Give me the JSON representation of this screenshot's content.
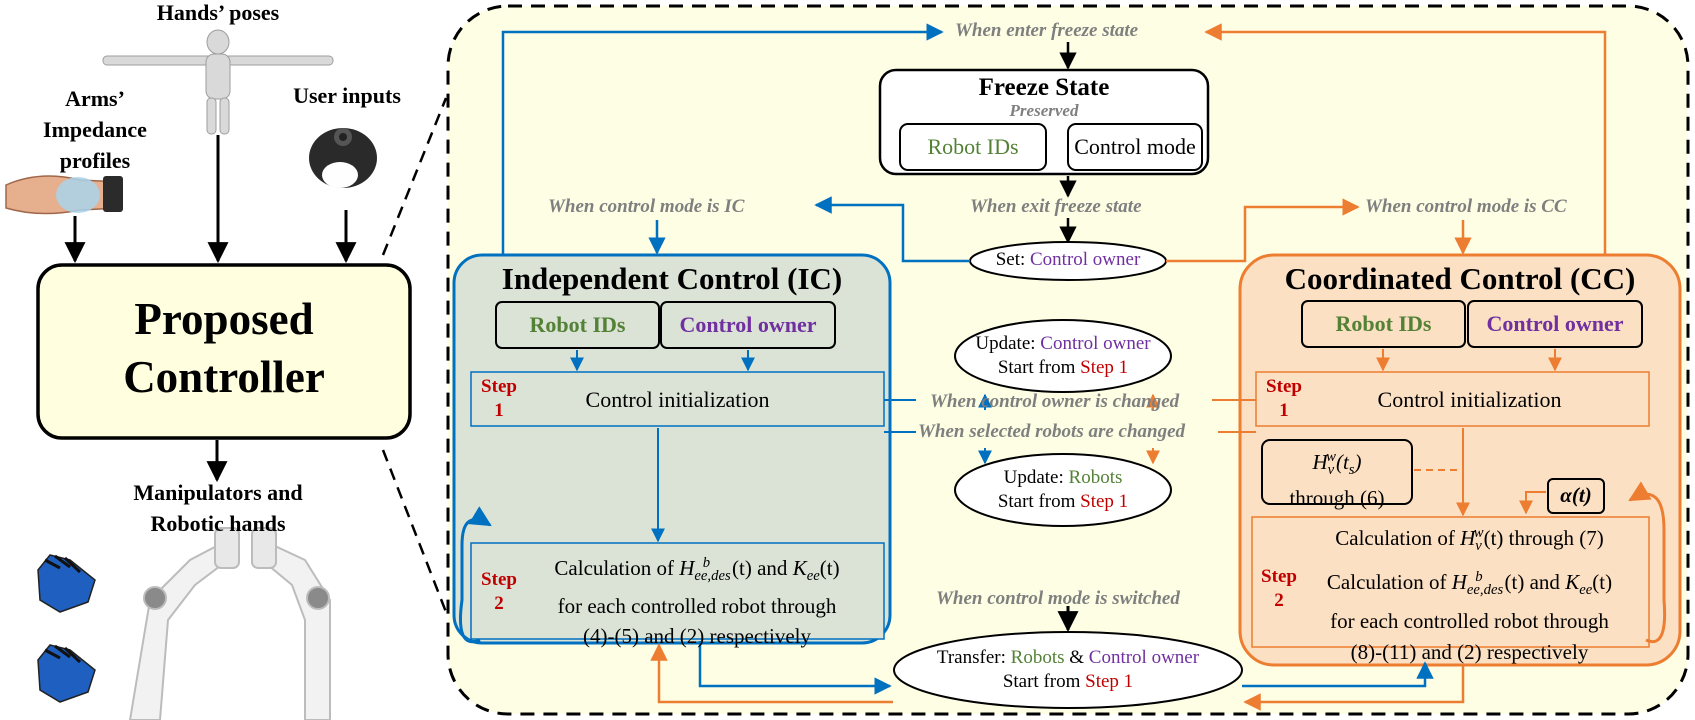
{
  "inputs": {
    "hands_poses": "Hands’ poses",
    "arms_impedance": [
      "Arms’",
      "Impedance",
      "profiles"
    ],
    "user_inputs": "User inputs"
  },
  "controller": {
    "line1": "Proposed",
    "line2": "Controller"
  },
  "outputs": {
    "line1": "Manipulators and",
    "line2": "Robotic hands"
  },
  "freeze": {
    "title": "Freeze State",
    "preserved": "Preserved",
    "robot_ids": "Robot IDs",
    "control_mode": "Control mode"
  },
  "notes": {
    "enter_freeze": "When enter freeze state",
    "exit_freeze": "When exit freeze state",
    "mode_ic": "When control mode is IC",
    "mode_cc": "When control mode is CC",
    "owner_changed": "When control owner is changed",
    "robots_changed": "When selected robots are changed",
    "mode_switched": "When control mode is switched"
  },
  "set_node": {
    "prefix": "Set: ",
    "value": "Control owner"
  },
  "update_owner": {
    "prefix": "Update: ",
    "value": "Control owner",
    "start": "Start from ",
    "step": "Step 1"
  },
  "update_robots": {
    "prefix": "Update: ",
    "value": "Robots",
    "start": "Start from ",
    "step": "Step 1"
  },
  "transfer": {
    "prefix": "Transfer: ",
    "robots": "Robots",
    "amp": " & ",
    "owner": "Control owner",
    "start": "Start from ",
    "step": "Step 1"
  },
  "ic": {
    "title": "Independent Control (IC)",
    "robot_ids": "Robot IDs",
    "control_owner": "Control owner",
    "step1_label": [
      "Step",
      "1"
    ],
    "step1_text": "Control initialization",
    "step2_label": [
      "Step",
      "2"
    ],
    "step2_line1_a": "Calculation of ",
    "step2_line1_b": "(t) and ",
    "step2_line1_c": "(t)",
    "step2_line2": "for each controlled robot through",
    "step2_line3": "(4)-(5) and (2) respectively"
  },
  "cc": {
    "title": "Coordinated Control (CC)",
    "robot_ids": "Robot IDs",
    "control_owner": "Control owner",
    "step1_label": [
      "Step",
      "1"
    ],
    "step1_text": "Control initialization",
    "hv_through": "through (6)",
    "alpha": "α(t)",
    "step2_label": [
      "Step",
      "2"
    ],
    "step2_line0_a": "Calculation of ",
    "step2_line0_b": "(t) through  (7)",
    "step2_line1_a": "Calculation of ",
    "step2_line1_b": "(t) and ",
    "step2_line1_c": "(t)",
    "step2_line2": "for each controlled robot through",
    "step2_line3": "(8)-(11) and (2) respectively"
  },
  "math": {
    "H": "H",
    "ee_des_sub": "ee,des",
    "b_sup": "b",
    "K": "K",
    "ee_sub": "ee",
    "v_sub": "v",
    "w_sup": "w",
    "ts": "(t",
    "s_sub": "s",
    "ts_close": ")"
  },
  "colors": {
    "blue": "#0070c0",
    "orange": "#ed7d31",
    "yellow_bg": "#fefee4",
    "ic_bg": "#dbe3d7",
    "cc_bg": "#fbe0c3",
    "controller_bg": "#ffffe0",
    "green_text": "#538135",
    "purple_text": "#7030a0",
    "red_text": "#c00000",
    "grey_text": "#7f7f7f"
  }
}
